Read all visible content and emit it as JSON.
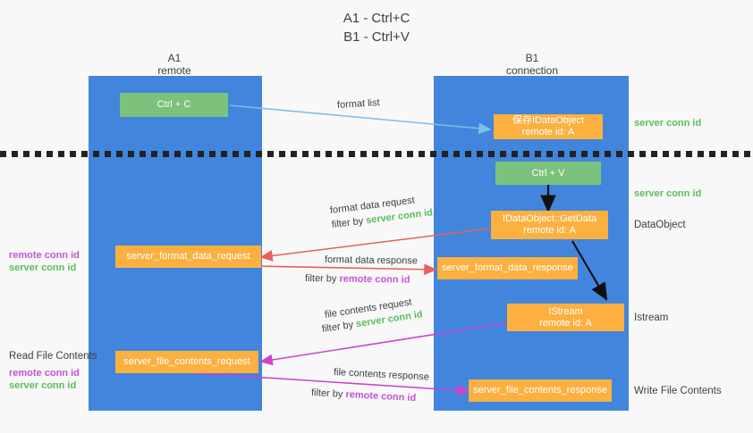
{
  "title": {
    "line1": "A1 - Ctrl+C",
    "line2": "B1 - Ctrl+V"
  },
  "columns": [
    {
      "name": "A1",
      "sub": "remote"
    },
    {
      "name": "B1",
      "sub": "connection"
    }
  ],
  "colors": {
    "lane": "#4285dd",
    "green_box": "#7cc17c",
    "orange_box": "#fbb040",
    "server_conn_id": "#5bbd5b",
    "remote_conn_id": "#c452d6",
    "arrow_blue": "#7fbce9",
    "arrow_red": "#e8605d",
    "arrow_magenta": "#cc44cc",
    "arrow_black": "#111111",
    "text": "#3c4043",
    "background": "#f8f8f8"
  },
  "boxes": {
    "ctrl_c": {
      "line1": "Ctrl + C"
    },
    "ctrl_v": {
      "line1": "Ctrl + V"
    },
    "idataobject": {
      "line1": "保存IDataObject",
      "line2": "remote id: A"
    },
    "getdata": {
      "line1": "IDataObject::GetData",
      "line2": "remote id: A"
    },
    "istream": {
      "line1": "IStream",
      "line2": "remote id: A"
    },
    "server_format_data_request": {
      "line1": "server_format_data_request"
    },
    "server_format_data_response": {
      "line1": "server_format_data_response"
    },
    "server_file_contents_request": {
      "line1": "server_file_contents_request"
    },
    "server_file_contents_response": {
      "line1": "server_file_contents_response"
    }
  },
  "right_labels": [
    {
      "id": "server-conn-id-top",
      "text": "server conn id",
      "style": "green"
    },
    {
      "id": "server-conn-id-mid",
      "text": "server conn id",
      "style": "green"
    },
    {
      "id": "dataobject",
      "text": "DataObject",
      "style": "plain"
    },
    {
      "id": "istream",
      "text": "Istream",
      "style": "plain"
    },
    {
      "id": "write-file-contents",
      "text": "Write File Contents",
      "style": "plain"
    }
  ],
  "left_labels": [
    {
      "id": "format-remote",
      "text": "remote conn id",
      "style": "purple"
    },
    {
      "id": "format-server",
      "text": "server conn id",
      "style": "green"
    },
    {
      "id": "read-file-contents",
      "text": "Read File Contents",
      "style": "plain"
    },
    {
      "id": "file-remote",
      "text": "remote conn id",
      "style": "purple"
    },
    {
      "id": "file-server",
      "text": "server conn id",
      "style": "green"
    }
  ],
  "arrow_labels": [
    {
      "id": "format-list",
      "text": "format list",
      "parts": []
    },
    {
      "id": "format-data-request",
      "text": "format data request",
      "parts": []
    },
    {
      "id": "format-data-request-filter",
      "prefix": "filter by ",
      "accent": "server conn id",
      "accent_style": "green"
    },
    {
      "id": "format-data-response",
      "text": "format data response",
      "parts": []
    },
    {
      "id": "format-data-response-filter",
      "prefix": "filter by ",
      "accent": "remote conn id",
      "accent_style": "purple"
    },
    {
      "id": "file-contents-request",
      "text": "file contents request",
      "parts": []
    },
    {
      "id": "file-contents-request-filter",
      "prefix": "filter by ",
      "accent": "server conn id",
      "accent_style": "green"
    },
    {
      "id": "file-contents-response",
      "text": "file contents response",
      "parts": []
    },
    {
      "id": "file-contents-response-filter",
      "prefix": "filter by ",
      "accent": "remote conn id",
      "accent_style": "purple"
    }
  ]
}
